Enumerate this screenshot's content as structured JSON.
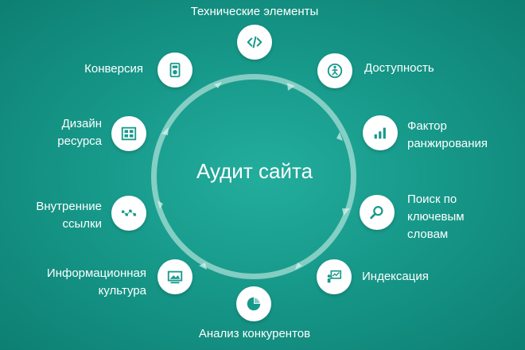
{
  "center_title": "Аудит сайта",
  "accent_color": "#17998a",
  "nodes": [
    {
      "id": "tech",
      "label": "Технические элементы",
      "icon": "code-icon"
    },
    {
      "id": "access",
      "label": "Доступность",
      "icon": "wheelchair-icon"
    },
    {
      "id": "rank",
      "label_lines": [
        "Фактор",
        "ранжирования"
      ],
      "icon": "bar-chart-icon"
    },
    {
      "id": "keywords",
      "label_lines": [
        "Поиск по",
        "ключевым",
        "словам"
      ],
      "icon": "magnifier-icon"
    },
    {
      "id": "index",
      "label": "Индексация",
      "icon": "presentation-icon"
    },
    {
      "id": "competitors",
      "label": "Анализ конкурентов",
      "icon": "pie-chart-icon"
    },
    {
      "id": "infoculture",
      "label_lines": [
        "Информационная",
        "культура"
      ],
      "icon": "picture-icon"
    },
    {
      "id": "links",
      "label_lines": [
        "Внутренние",
        "ссылки"
      ],
      "icon": "link-nodes-icon"
    },
    {
      "id": "design",
      "label_lines": [
        "Дизайн",
        "ресурса"
      ],
      "icon": "layout-icon"
    },
    {
      "id": "conversion",
      "label": "Конверсия",
      "icon": "calculator-icon"
    }
  ]
}
